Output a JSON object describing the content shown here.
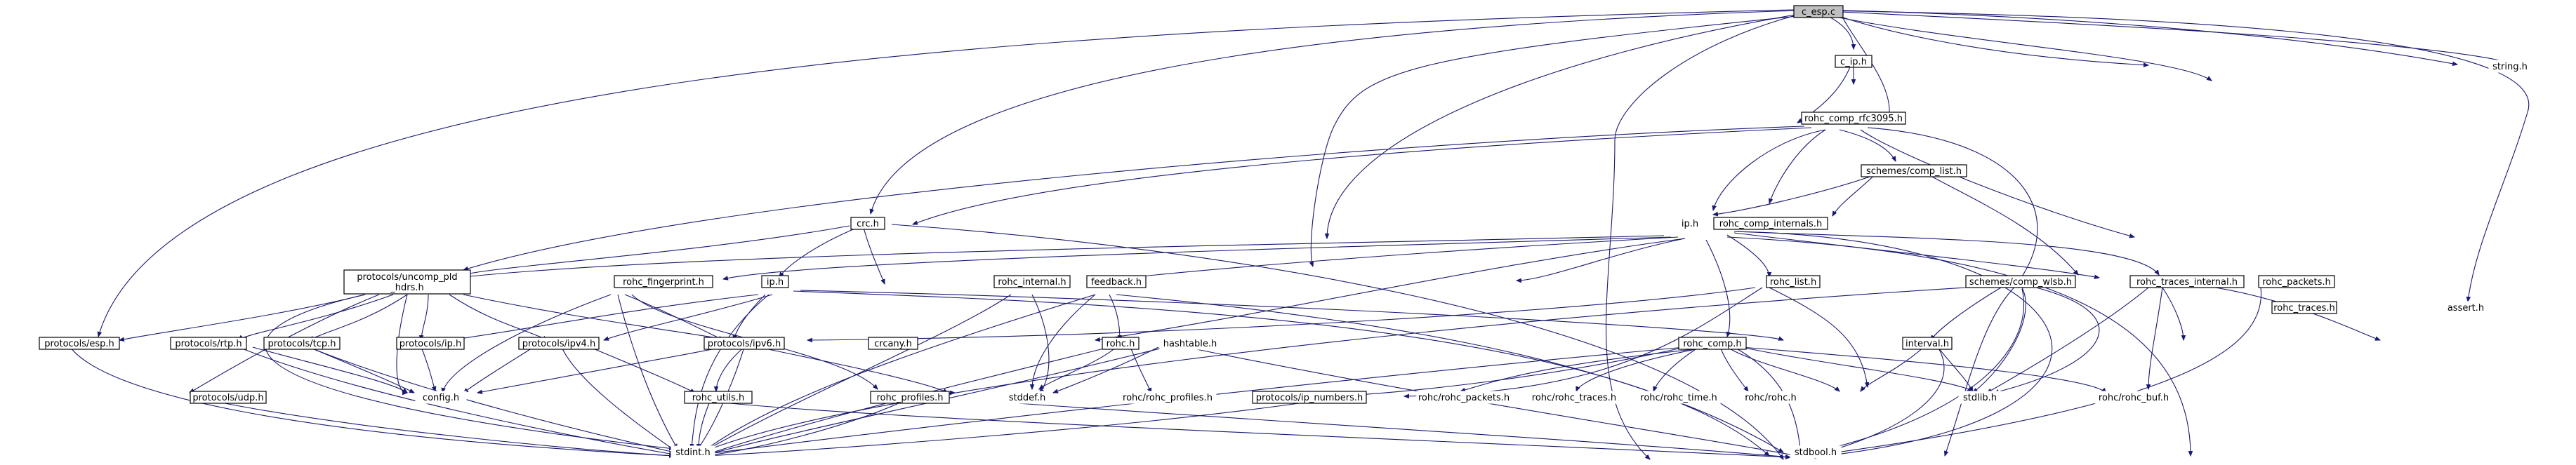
{
  "graph": {
    "title": "c_esp.c",
    "colors": {
      "edge": "#191970",
      "root_fill": "#bfbfbf",
      "node_fill": "#ffffff",
      "border": "#000000"
    },
    "nodes": {
      "c_esp_c": "c_esp.c",
      "c_ip_h": "c_ip.h",
      "string_h": "string.h",
      "rohc_comp_rfc3095_h": "rohc_comp_rfc3095.h",
      "schemes_comp_list_h": "schemes/comp_list.h",
      "ip_h_top": "ip.h",
      "crc_h": "crc.h",
      "rohc_comp_internals_h": "rohc_comp_internals.h",
      "rohc_traces_internal_h": "rohc_traces_internal.h",
      "rohc_packets_h": "rohc_packets.h",
      "assert_h": "assert.h",
      "rohc_traces_h": "rohc_traces.h",
      "protocols_uncomp_pld_hdrs_h_1": "protocols/uncomp_pld",
      "protocols_uncomp_pld_hdrs_h_2": "_hdrs.h",
      "rohc_fingerprint_h": "rohc_fingerprint.h",
      "ip_h": "ip.h",
      "rohc_internal_h": "rohc_internal.h",
      "feedback_h": "feedback.h",
      "rohc_list_h": "rohc_list.h",
      "schemes_comp_wlsb_h": "schemes/comp_wlsb.h",
      "protocols_esp_h": "protocols/esp.h",
      "protocols_rtp_h": "protocols/rtp.h",
      "protocols_tcp_h": "protocols/tcp.h",
      "protocols_ip_h": "protocols/ip.h",
      "protocols_ipv4_h": "protocols/ipv4.h",
      "protocols_ipv6_h": "protocols/ipv6.h",
      "rohc_h": "rohc.h",
      "hashtable_h": "hashtable.h",
      "rohc_comp_h": "rohc_comp.h",
      "interval_h": "interval.h",
      "protocols_udp_h": "protocols/udp.h",
      "config_h": "config.h",
      "rohc_utils_h": "rohc_utils.h",
      "crcany_h": "crcany.h",
      "rohc_profiles_h": "rohc_profiles.h",
      "stddef_h": "stddef.h",
      "rohc_rohc_profiles_h": "rohc/rohc_profiles.h",
      "protocols_ip_numbers_h": "protocols/ip_numbers.h",
      "rohc_rohc_packets_h": "rohc/rohc_packets.h",
      "rohc_rohc_traces_h": "rohc/rohc_traces.h",
      "rohc_rohc_time_h": "rohc/rohc_time.h",
      "rohc_rohc_h": "rohc/rohc.h",
      "stdlib_h": "stdlib.h",
      "rohc_rohc_buf_h": "rohc/rohc_buf.h",
      "stdint_h": "stdint.h",
      "stdbool_h": "stdbool.h"
    }
  }
}
